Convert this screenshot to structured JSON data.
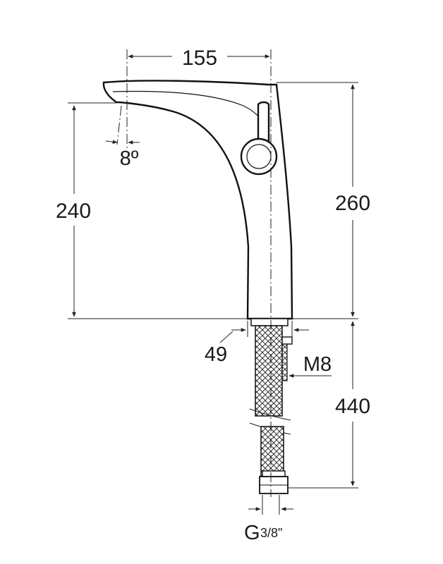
{
  "dimensions": {
    "top_width": "155",
    "spout_angle": "8º",
    "spout_height": "240",
    "total_height": "260",
    "base_diameter": "49",
    "stud_thread": "M8",
    "hose_length": "440",
    "connection_prefix": "G",
    "connection_fraction": "3/8\""
  }
}
